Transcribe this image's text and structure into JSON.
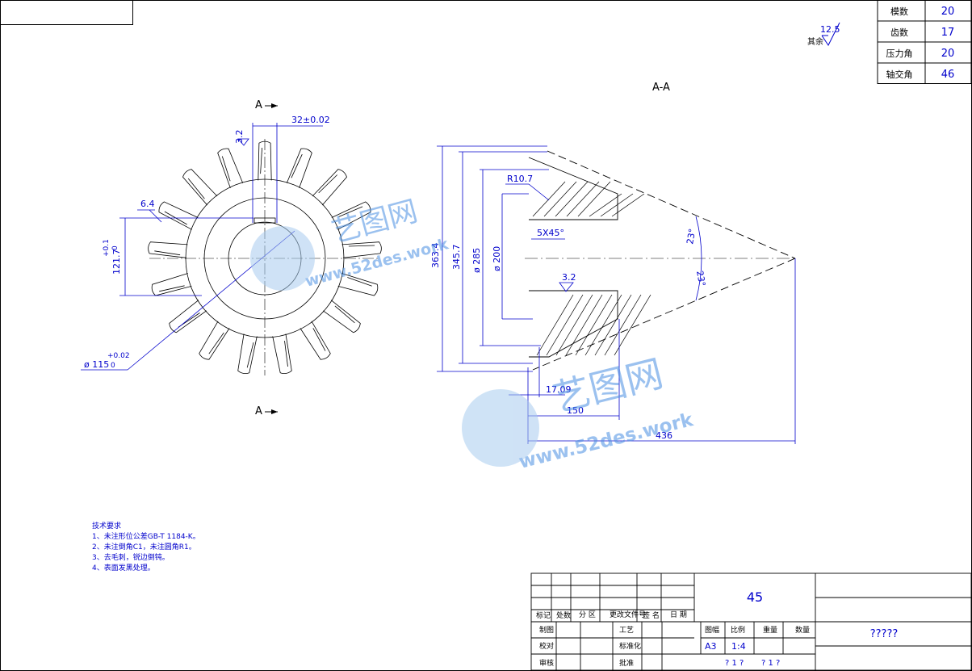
{
  "params_table": {
    "rows": [
      {
        "label": "模数",
        "value": "20"
      },
      {
        "label": "齿数",
        "value": "17"
      },
      {
        "label": "压力角",
        "value": "20"
      },
      {
        "label": "轴交角",
        "value": "46"
      }
    ]
  },
  "roughness_note": {
    "prefix": "其余",
    "value": "12.5"
  },
  "section_title": "A-A",
  "section_marks": {
    "top": "A",
    "bottom": "A"
  },
  "gear_view_dims": {
    "width_tol": "32±0.02",
    "rough_top": "3.2",
    "six_four": "6.4",
    "height": "121.7",
    "height_tol_upper": "+0.1",
    "height_tol_lower": "0",
    "diameter": "ø 115",
    "diameter_tol_upper": "+0.02",
    "diameter_tol_lower": "0"
  },
  "section_dims": {
    "d1": "363.4",
    "d2": "345.7",
    "d3": "ø 285",
    "d4": "ø 200",
    "r": "R10.7",
    "chamfer": "5X45°",
    "rough": "3.2",
    "angle1": "23°",
    "angle2": "23°",
    "len1": "17.09",
    "len2": "150",
    "len3": "436"
  },
  "tech_notes": {
    "title": "技术要求",
    "items": [
      "1、未注形位公差GB-T 1184-K。",
      "2、未注倒角C1，未注圆角R1。",
      "3、去毛刺，锐边倒钝。",
      "4、表面发黑处理。"
    ]
  },
  "title_block": {
    "material": "45",
    "drawing_name": "?????",
    "rev_headers": [
      "标记",
      "处数",
      "分 区",
      "更改文件号",
      "签 名",
      "日 期"
    ],
    "row_labels": [
      "制图",
      "校对",
      "审核"
    ],
    "mid_labels": [
      "工艺",
      "标准化",
      "批准"
    ],
    "info_headers": [
      "图幅",
      "比例",
      "重量",
      "数量"
    ],
    "paper": "A3",
    "scale": "1:4",
    "sheet_info": [
      "? 1 ?",
      "? 1 ?"
    ]
  },
  "watermark": {
    "brand": "艺图网",
    "url": "www.52des.work"
  },
  "colors": {
    "line": "#000000",
    "dim": "#0000cc",
    "watermark": "#4a90e2"
  }
}
